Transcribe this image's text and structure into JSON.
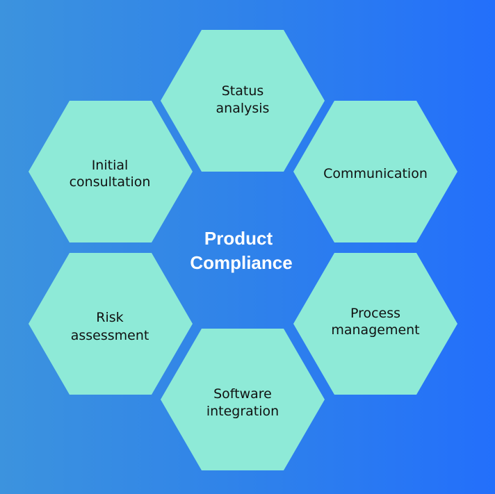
{
  "center": {
    "line1": "Product",
    "line2": "Compliance"
  },
  "hexagons": [
    {
      "id": "status-analysis",
      "lines": [
        "Status",
        "analysis"
      ]
    },
    {
      "id": "communication",
      "lines": [
        "Communication"
      ]
    },
    {
      "id": "process-management",
      "lines": [
        "Process",
        "management"
      ]
    },
    {
      "id": "software-integration",
      "lines": [
        "Software",
        "integration"
      ]
    },
    {
      "id": "risk-assessment",
      "lines": [
        "Risk",
        "assessment"
      ]
    },
    {
      "id": "initial-consultation",
      "lines": [
        "Initial",
        "consultation"
      ]
    }
  ],
  "colors": {
    "hex_fill": "#8eead7",
    "center_text": "#ffffff",
    "label_text": "#111111",
    "background_left": "#3c93de",
    "background_right": "#236ffb"
  }
}
